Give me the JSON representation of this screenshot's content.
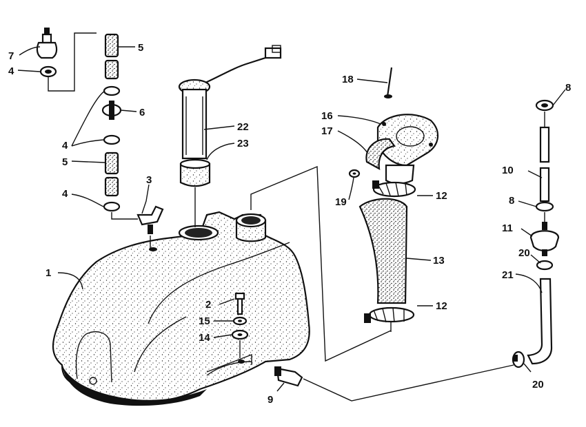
{
  "parts": [
    {
      "id": "1",
      "label": "1"
    },
    {
      "id": "2",
      "label": "2"
    },
    {
      "id": "3",
      "label": "3"
    },
    {
      "id": "4a",
      "label": "4"
    },
    {
      "id": "4b",
      "label": "4"
    },
    {
      "id": "4c",
      "label": "4"
    },
    {
      "id": "5a",
      "label": "5"
    },
    {
      "id": "5b",
      "label": "5"
    },
    {
      "id": "6",
      "label": "6"
    },
    {
      "id": "7",
      "label": "7"
    },
    {
      "id": "8a",
      "label": "8"
    },
    {
      "id": "8b",
      "label": "8"
    },
    {
      "id": "9",
      "label": "9"
    },
    {
      "id": "10",
      "label": "10"
    },
    {
      "id": "11",
      "label": "11"
    },
    {
      "id": "12a",
      "label": "12"
    },
    {
      "id": "12b",
      "label": "12"
    },
    {
      "id": "13",
      "label": "13"
    },
    {
      "id": "14",
      "label": "14"
    },
    {
      "id": "15",
      "label": "15"
    },
    {
      "id": "16",
      "label": "16"
    },
    {
      "id": "17",
      "label": "17"
    },
    {
      "id": "18",
      "label": "18"
    },
    {
      "id": "19",
      "label": "19"
    },
    {
      "id": "20a",
      "label": "20"
    },
    {
      "id": "20b",
      "label": "20"
    },
    {
      "id": "21",
      "label": "21"
    },
    {
      "id": "22",
      "label": "22"
    },
    {
      "id": "23",
      "label": "23"
    }
  ]
}
